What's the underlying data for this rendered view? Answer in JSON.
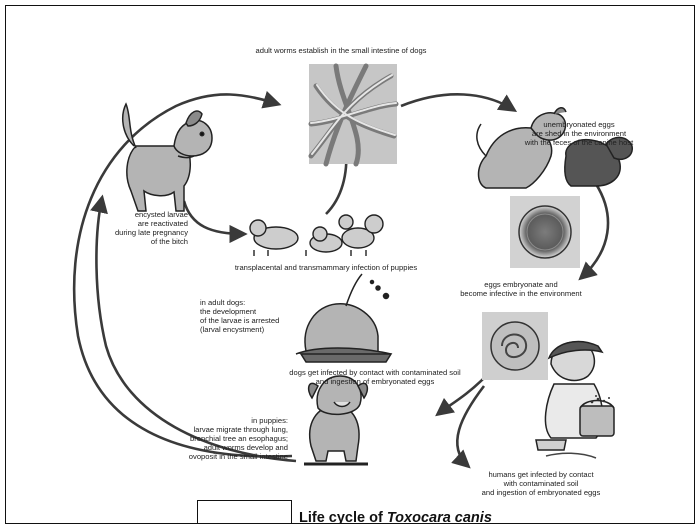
{
  "figure": {
    "title_prefix": "Life cycle of ",
    "title_species": "Toxocara canis",
    "legend_box_text": ""
  },
  "labels": {
    "adult_worms": "adult worms establish in the small intestine of dogs",
    "eggs_shed": "unembryonated eggs\nare shed in the environment\nwith the feces of the canine host",
    "larvae_reactivated": "encysted larvae\nare reactivated\nduring late pregnancy\nof the bitch",
    "transplacental": "transplacental and transmammary infection of puppies",
    "eggs_embryonate": "eggs embryonate and\nbecome infective in the environment",
    "adult_dogs": "in adult dogs:\nthe development\nof the larvae is arrested\n(larval encystment)",
    "dogs_infected": "dogs get infected by contact  with contaminated soil\nand ingestion of embryonated eggs",
    "puppies": "in puppies:\nlarvae migrate through lung,\nbronchial tree an esophagus;\nadult worms develop and\novoposit in the small intestine",
    "humans_infected": "humans get infected by contact\nwith contaminated soil\nand ingestion of embryonated eggs"
  },
  "colors": {
    "arrow": "#3a3a3a",
    "dog_fill": "#b4b4b4",
    "outline": "#222222",
    "photo_bg": "#c8c8c8"
  }
}
